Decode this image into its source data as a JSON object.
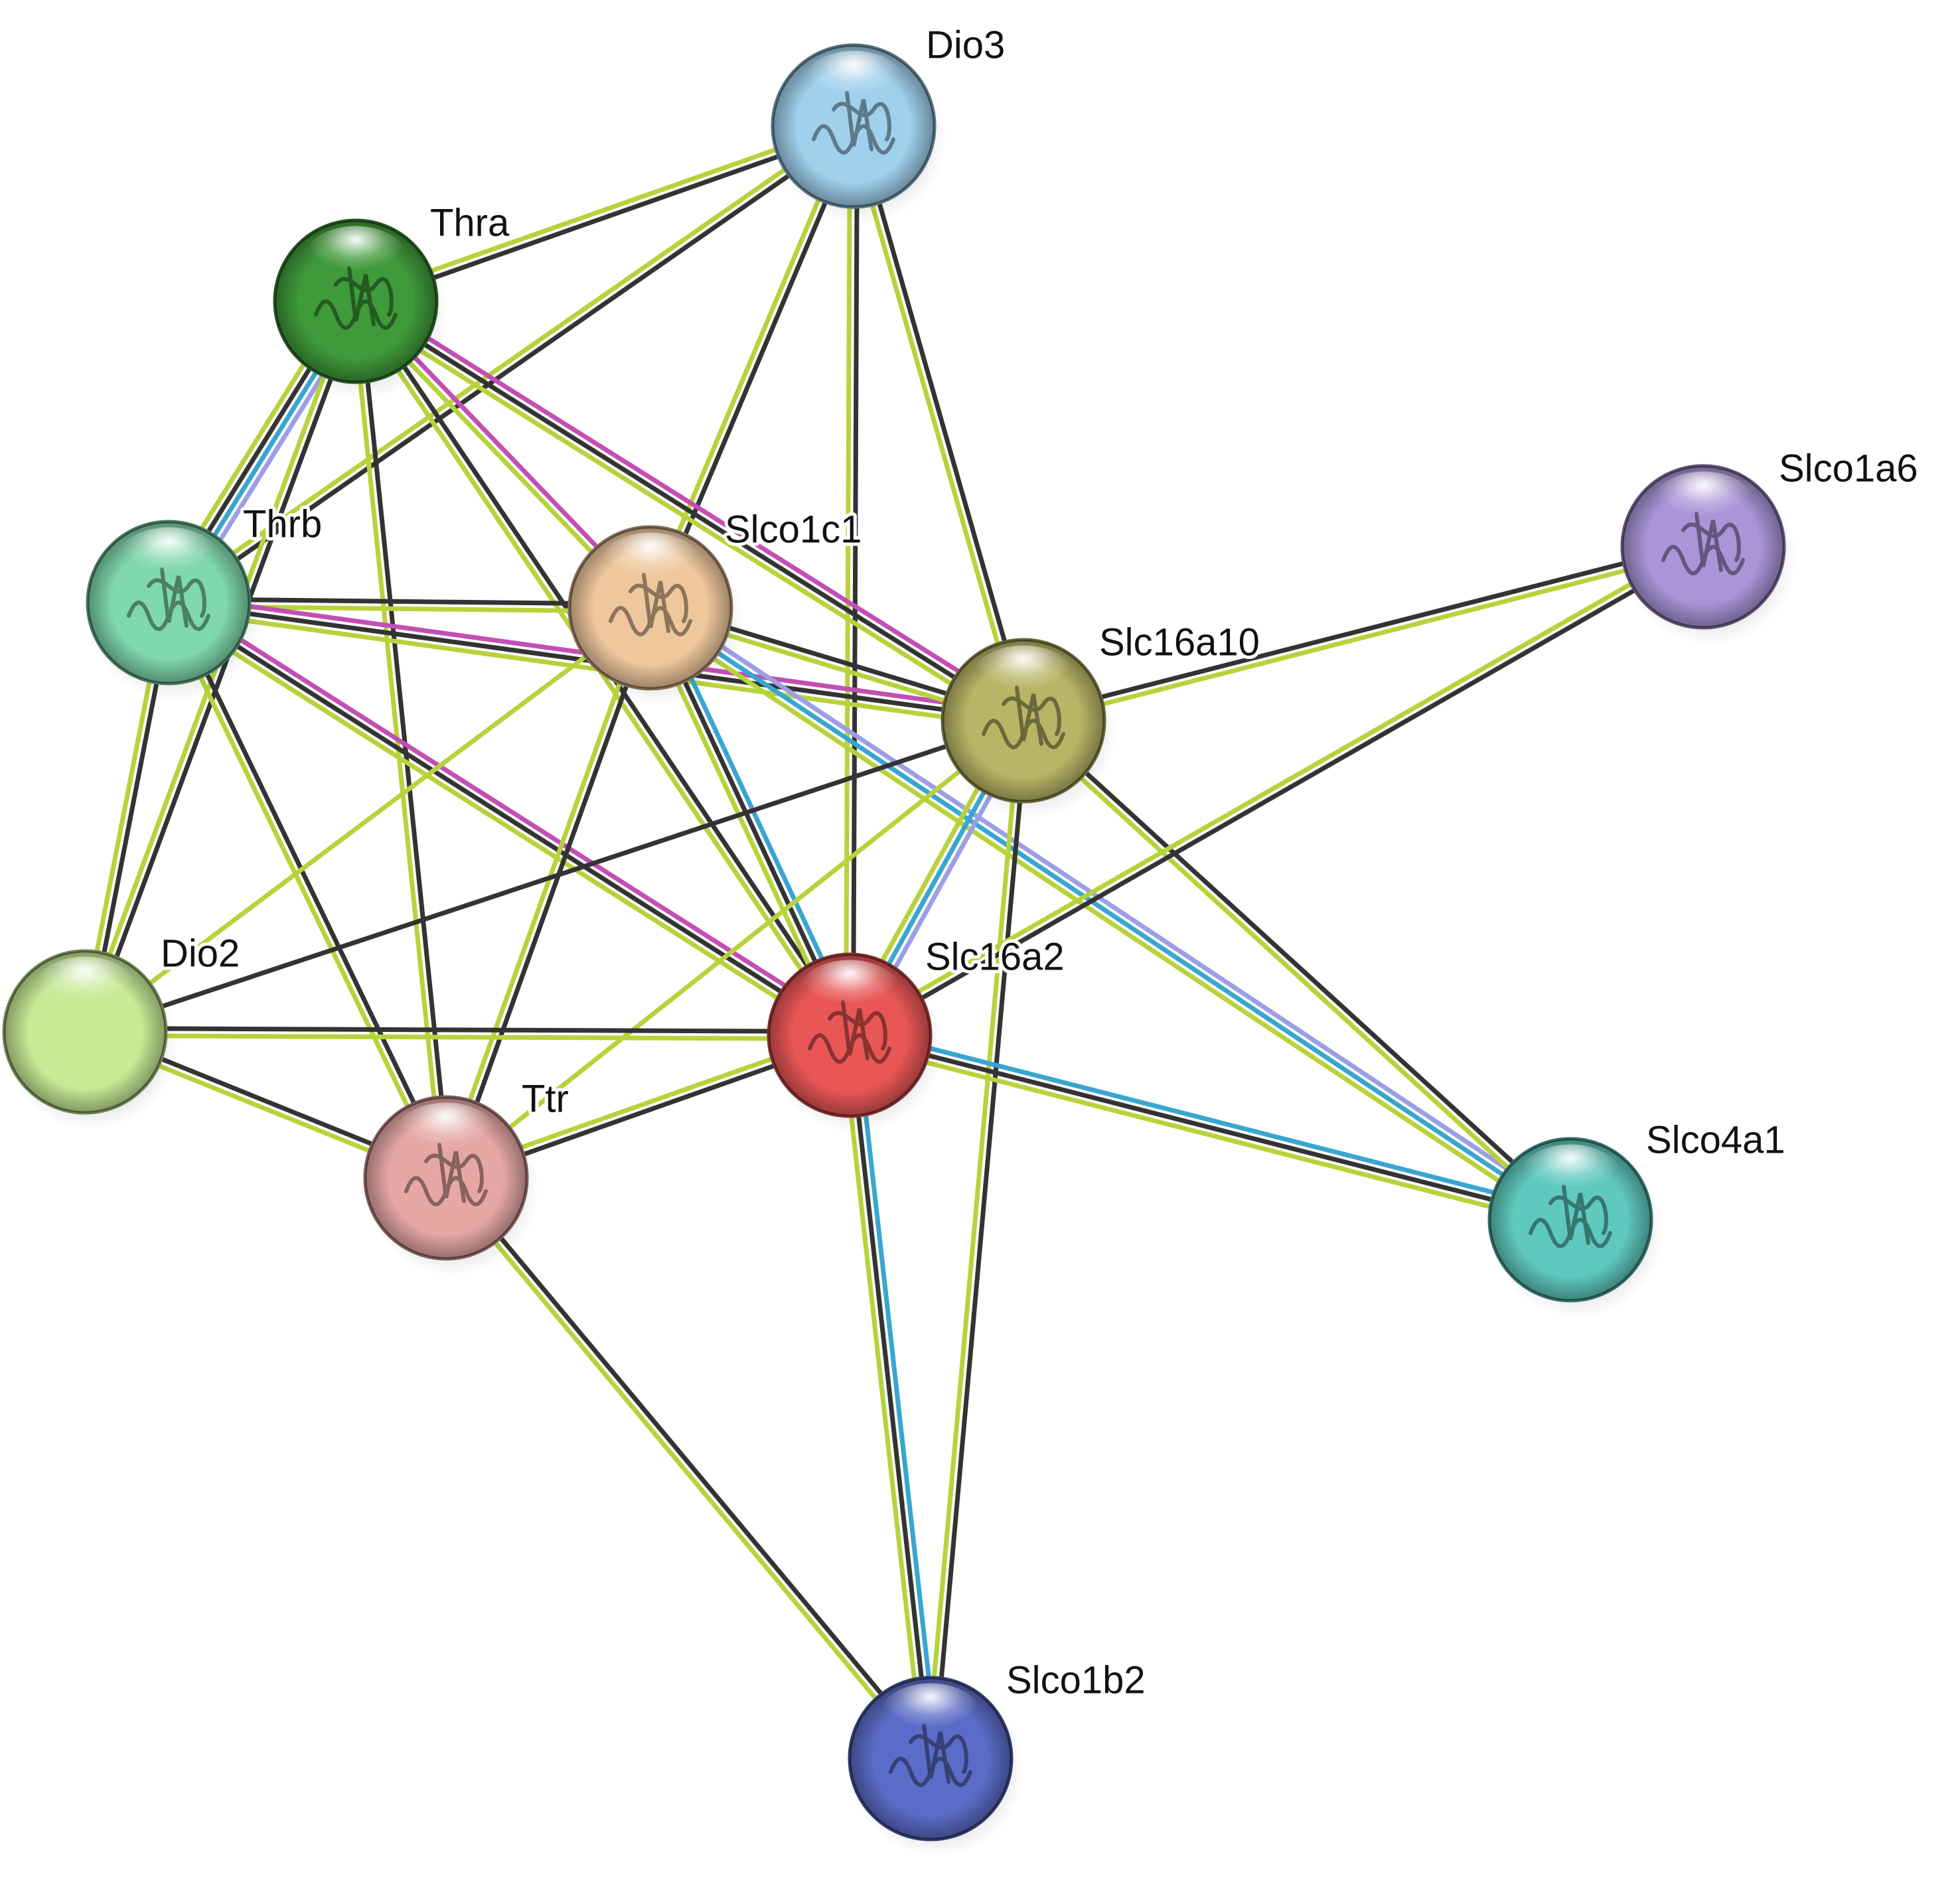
{
  "diagram": {
    "type": "protein-protein interaction network",
    "evidence_colors": {
      "textmining": "#b7d33b",
      "coexpression": "#333333",
      "experimental": "#c34fb4",
      "database": "#38a6d0",
      "homology": "#9c9fe6"
    },
    "nodes": [
      {
        "id": "Dio3",
        "label": "Dio3",
        "color": "#9fd0ec",
        "has_structure": true
      },
      {
        "id": "Thra",
        "label": "Thra",
        "color": "#3f9a3a",
        "has_structure": true
      },
      {
        "id": "Thrb",
        "label": "Thrb",
        "color": "#7fd8ae",
        "has_structure": true
      },
      {
        "id": "Slco1c1",
        "label": "Slco1c1",
        "color": "#efc79d",
        "has_structure": true
      },
      {
        "id": "Slc16a10",
        "label": "Slc16a10",
        "color": "#b9b566",
        "has_structure": true
      },
      {
        "id": "Slco1a6",
        "label": "Slco1a6",
        "color": "#a995d8",
        "has_structure": true
      },
      {
        "id": "Dio2",
        "label": "Dio2",
        "color": "#c6ea95",
        "has_structure": false
      },
      {
        "id": "Slc16a2",
        "label": "Slc16a2",
        "color": "#e95656",
        "has_structure": true
      },
      {
        "id": "Ttr",
        "label": "Ttr",
        "color": "#e6a8a5",
        "has_structure": true
      },
      {
        "id": "Slco4a1",
        "label": "Slco4a1",
        "color": "#5fc9be",
        "has_structure": true
      },
      {
        "id": "Slco1b2",
        "label": "Slco1b2",
        "color": "#5b6cc8",
        "has_structure": true
      }
    ],
    "edges": [
      {
        "source": "Dio3",
        "target": "Thra",
        "evidence": [
          "coexpression",
          "textmining"
        ]
      },
      {
        "source": "Dio3",
        "target": "Thrb",
        "evidence": [
          "coexpression",
          "textmining"
        ]
      },
      {
        "source": "Dio3",
        "target": "Slco1c1",
        "evidence": [
          "coexpression",
          "textmining"
        ]
      },
      {
        "source": "Dio3",
        "target": "Slc16a10",
        "evidence": [
          "coexpression",
          "textmining"
        ]
      },
      {
        "source": "Dio3",
        "target": "Slc16a2",
        "evidence": [
          "coexpression",
          "textmining"
        ]
      },
      {
        "source": "Thra",
        "target": "Thrb",
        "evidence": [
          "homology",
          "database",
          "coexpression",
          "textmining"
        ]
      },
      {
        "source": "Thra",
        "target": "Slco1c1",
        "evidence": [
          "experimental",
          "textmining"
        ]
      },
      {
        "source": "Thra",
        "target": "Slc16a10",
        "evidence": [
          "experimental",
          "coexpression",
          "textmining"
        ]
      },
      {
        "source": "Thra",
        "target": "Slc16a2",
        "evidence": [
          "coexpression",
          "textmining"
        ]
      },
      {
        "source": "Thra",
        "target": "Dio2",
        "evidence": [
          "coexpression",
          "textmining"
        ]
      },
      {
        "source": "Thra",
        "target": "Ttr",
        "evidence": [
          "coexpression",
          "textmining"
        ]
      },
      {
        "source": "Thrb",
        "target": "Slco1c1",
        "evidence": [
          "coexpression",
          "textmining"
        ]
      },
      {
        "source": "Thrb",
        "target": "Slc16a10",
        "evidence": [
          "experimental",
          "coexpression",
          "textmining"
        ]
      },
      {
        "source": "Thrb",
        "target": "Slc16a2",
        "evidence": [
          "experimental",
          "coexpression",
          "textmining"
        ]
      },
      {
        "source": "Thrb",
        "target": "Dio2",
        "evidence": [
          "coexpression",
          "textmining"
        ]
      },
      {
        "source": "Thrb",
        "target": "Ttr",
        "evidence": [
          "coexpression",
          "textmining"
        ]
      },
      {
        "source": "Slco1c1",
        "target": "Slc16a10",
        "evidence": [
          "coexpression",
          "textmining"
        ]
      },
      {
        "source": "Slco1c1",
        "target": "Slc16a2",
        "evidence": [
          "database",
          "coexpression",
          "textmining"
        ]
      },
      {
        "source": "Slco1c1",
        "target": "Slco4a1",
        "evidence": [
          "homology",
          "database",
          "textmining"
        ]
      },
      {
        "source": "Slco1c1",
        "target": "Dio2",
        "evidence": [
          "textmining"
        ]
      },
      {
        "source": "Slco1c1",
        "target": "Ttr",
        "evidence": [
          "coexpression",
          "textmining"
        ]
      },
      {
        "source": "Slc16a10",
        "target": "Slco1a6",
        "evidence": [
          "coexpression",
          "textmining"
        ]
      },
      {
        "source": "Slc16a10",
        "target": "Slc16a2",
        "evidence": [
          "homology",
          "database",
          "textmining"
        ]
      },
      {
        "source": "Slc16a10",
        "target": "Slco4a1",
        "evidence": [
          "coexpression",
          "textmining"
        ]
      },
      {
        "source": "Slc16a10",
        "target": "Slco1b2",
        "evidence": [
          "coexpression",
          "textmining"
        ]
      },
      {
        "source": "Slc16a10",
        "target": "Dio2",
        "evidence": [
          "coexpression"
        ]
      },
      {
        "source": "Slc16a10",
        "target": "Ttr",
        "evidence": [
          "textmining"
        ]
      },
      {
        "source": "Slco1a6",
        "target": "Slc16a2",
        "evidence": [
          "coexpression",
          "textmining"
        ]
      },
      {
        "source": "Dio2",
        "target": "Slc16a2",
        "evidence": [
          "coexpression",
          "textmining"
        ]
      },
      {
        "source": "Dio2",
        "target": "Ttr",
        "evidence": [
          "coexpression",
          "textmining"
        ]
      },
      {
        "source": "Slc16a2",
        "target": "Ttr",
        "evidence": [
          "coexpression",
          "textmining"
        ]
      },
      {
        "source": "Slc16a2",
        "target": "Slco4a1",
        "evidence": [
          "database",
          "coexpression",
          "textmining"
        ]
      },
      {
        "source": "Slc16a2",
        "target": "Slco1b2",
        "evidence": [
          "database",
          "coexpression",
          "textmining"
        ]
      },
      {
        "source": "Ttr",
        "target": "Slco1b2",
        "evidence": [
          "coexpression",
          "textmining"
        ]
      }
    ]
  }
}
